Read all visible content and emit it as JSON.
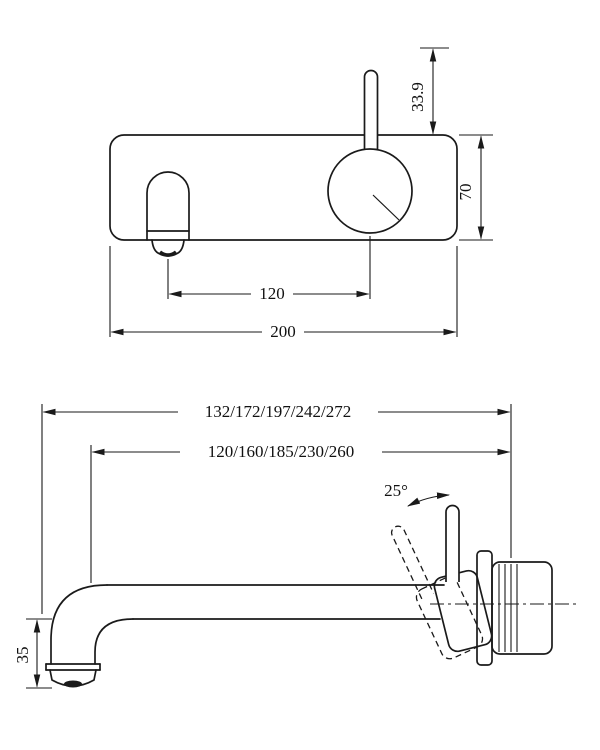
{
  "drawing": {
    "type": "technical-dimension-drawing",
    "subject": "wall-mounted-basin-mixer",
    "background_color": "#ffffff",
    "line_color": "#1a1a1a",
    "front_view": {
      "handle_stem_height": "33.9",
      "plate_height": "70",
      "centres_spacing": "120",
      "plate_width": "200"
    },
    "side_view": {
      "overall_length": "132/172/197/242/272",
      "spout_reach": "120/160/185/230/260",
      "handle_angle": "25°",
      "outlet_drop": "35"
    }
  }
}
